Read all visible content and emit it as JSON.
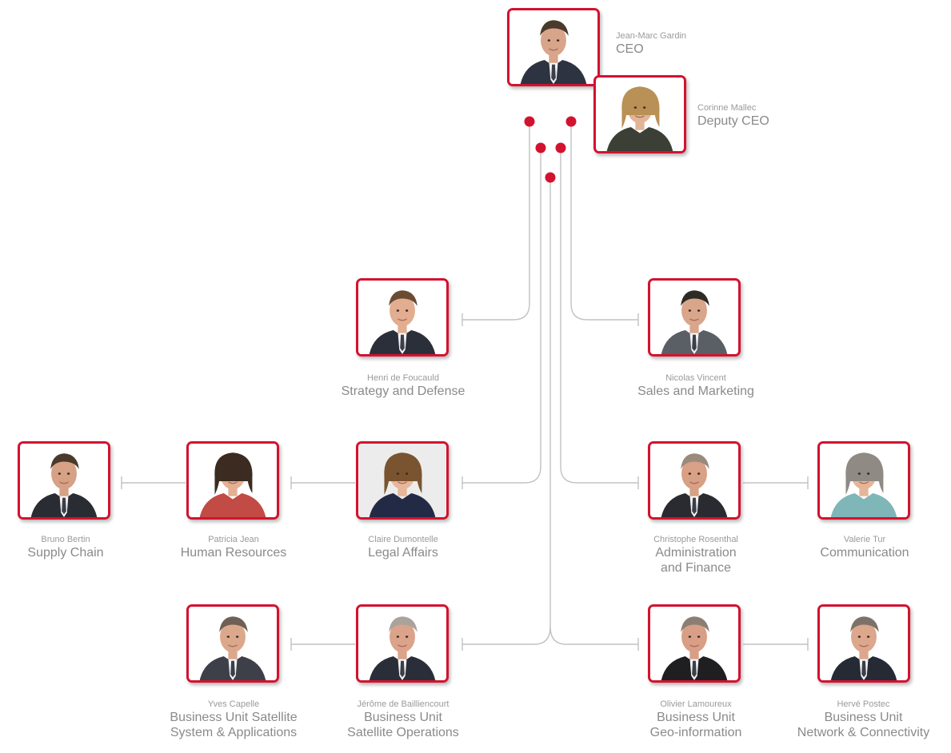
{
  "people": [
    {
      "id": "ceo",
      "name": "Jean-Marc Gardin",
      "role_lines": [
        "CEO"
      ],
      "photo_bg": "#ffffff",
      "shirt": "#2d3340",
      "hair": "#4a3a2c",
      "skin": "#d8a58a"
    },
    {
      "id": "deputy",
      "name": "Corinne Mallec",
      "role_lines": [
        "Deputy CEO"
      ],
      "photo_bg": "#ffffff",
      "shirt": "#3b3f35",
      "hair": "#b99055",
      "skin": "#e3b496"
    },
    {
      "id": "strategy",
      "name": "Henri de Foucauld",
      "role_lines": [
        "Strategy and Defense"
      ],
      "photo_bg": "#ffffff",
      "shirt": "#2b2f3a",
      "hair": "#6a4b33",
      "skin": "#e2ad90"
    },
    {
      "id": "sales",
      "name": "Nicolas Vincent",
      "role_lines": [
        "Sales and Marketing"
      ],
      "photo_bg": "#ffffff",
      "shirt": "#5a5f66",
      "hair": "#2e2a26",
      "skin": "#d9a68b"
    },
    {
      "id": "supply",
      "name": "Bruno Bertin",
      "role_lines": [
        "Supply Chain"
      ],
      "photo_bg": "#ffffff",
      "shirt": "#2a2c33",
      "hair": "#4b3a2c",
      "skin": "#d6a185"
    },
    {
      "id": "hr",
      "name": "Patricia Jean",
      "role_lines": [
        "Human Resources"
      ],
      "photo_bg": "#ffffff",
      "shirt": "#c24b45",
      "hair": "#3c2b20",
      "skin": "#e4b094"
    },
    {
      "id": "legal",
      "name": "Claire Dumontelle",
      "role_lines": [
        "Legal Affairs"
      ],
      "photo_bg": "#ececec",
      "shirt": "#232a45",
      "hair": "#7a5430",
      "skin": "#e7b79a"
    },
    {
      "id": "admin",
      "name": "Christophe Rosenthal",
      "role_lines": [
        "Administration",
        "and Finance"
      ],
      "photo_bg": "#ffffff",
      "shirt": "#2a2b30",
      "hair": "#9a8a7c",
      "skin": "#d8a084"
    },
    {
      "id": "comm",
      "name": "Valerie Tur",
      "role_lines": [
        "Communication"
      ],
      "photo_bg": "#ffffff",
      "shirt": "#7fb6b8",
      "hair": "#8f8a84",
      "skin": "#e6b598"
    },
    {
      "id": "satsys",
      "name": "Yves Capelle",
      "role_lines": [
        "Business Unit Satellite",
        "System & Applications"
      ],
      "photo_bg": "#ffffff",
      "shirt": "#3d4048",
      "hair": "#6e6055",
      "skin": "#dca88c"
    },
    {
      "id": "satops",
      "name": "Jérôme de Bailliencourt",
      "role_lines": [
        "Business Unit",
        "Satellite Operations"
      ],
      "photo_bg": "#ffffff",
      "shirt": "#2a2e38",
      "hair": "#a9a39c",
      "skin": "#dba38a"
    },
    {
      "id": "geo",
      "name": "Olivier Lamoureux",
      "role_lines": [
        "Business Unit",
        "Geo-information"
      ],
      "photo_bg": "#ffffff",
      "shirt": "#1f1f22",
      "hair": "#8b7f74",
      "skin": "#d89f86"
    },
    {
      "id": "network",
      "name": "Hervé Postec",
      "role_lines": [
        "Business Unit",
        "Network & Connectivity"
      ],
      "photo_bg": "#ffffff",
      "shirt": "#252a35",
      "hair": "#7d7269",
      "skin": "#dca78c"
    }
  ],
  "colors": {
    "accent": "#d3122f",
    "connector": "#c2c2c2",
    "caption": "#8a8a8a"
  }
}
